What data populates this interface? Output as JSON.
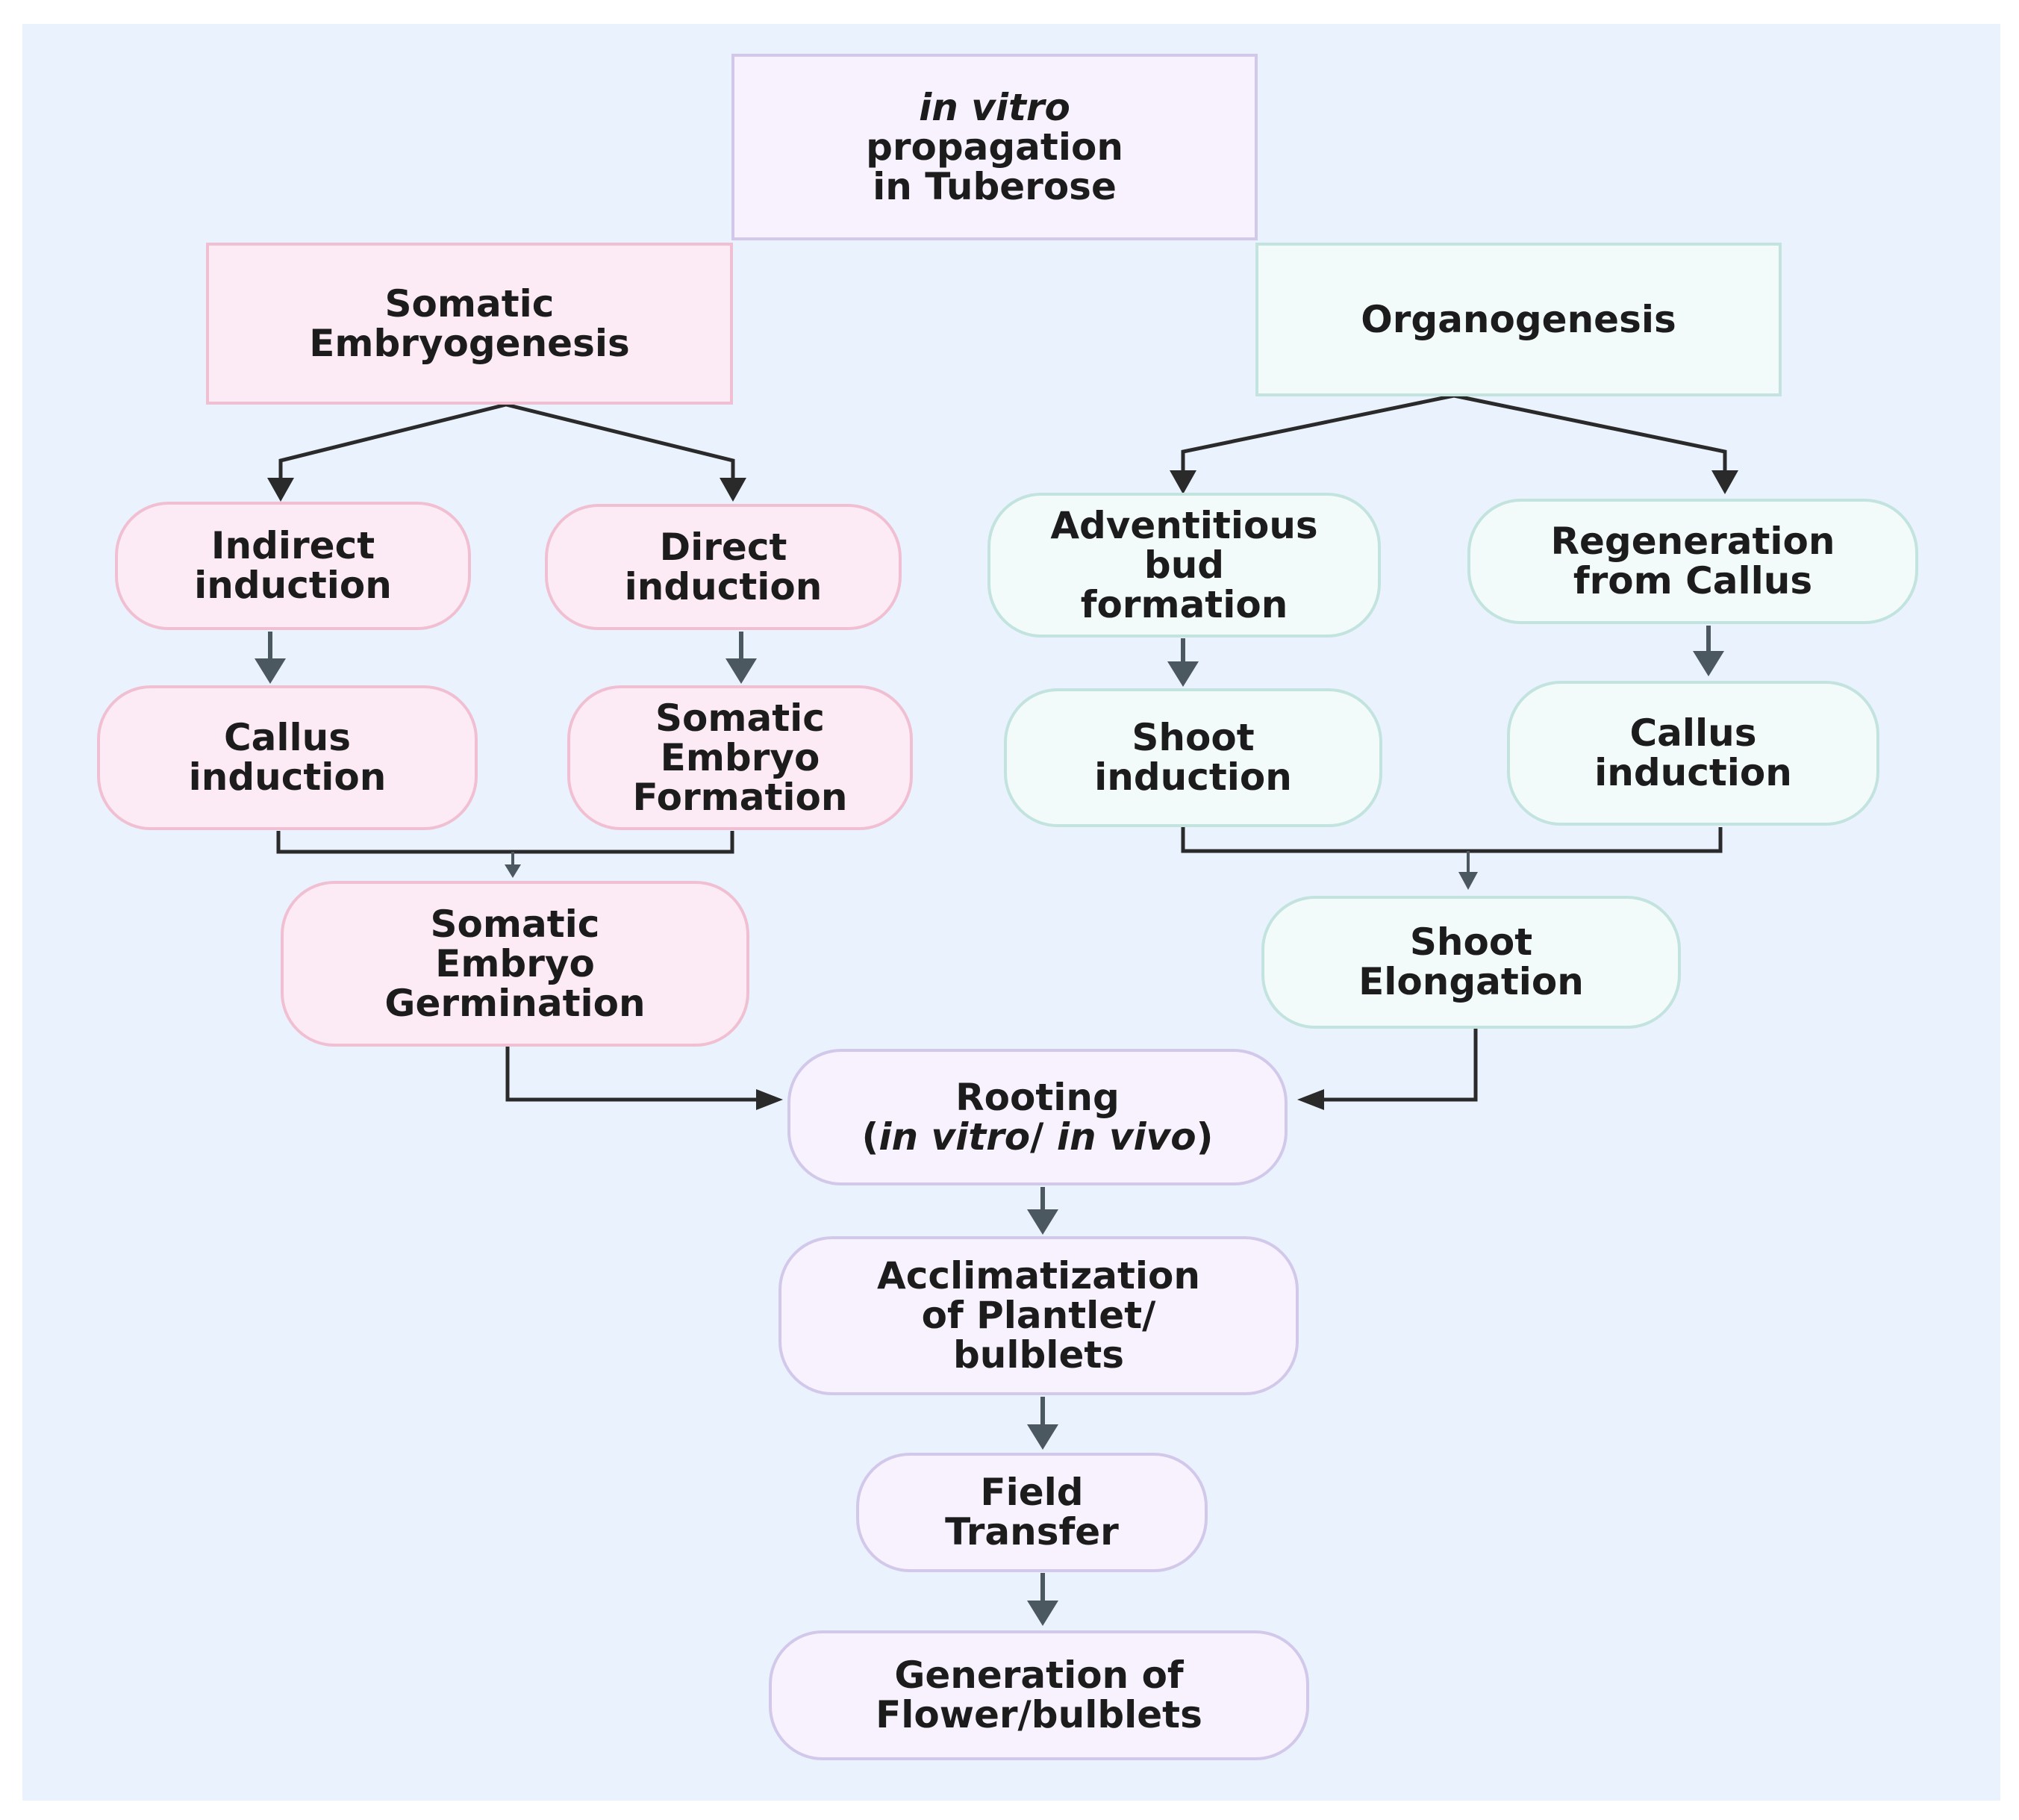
{
  "colors": {
    "background": "#eaf2fd",
    "somatic_fill": "#fcebf4",
    "somatic_border": "#f0c0d2",
    "organo_fill": "#f2fbfa",
    "organo_border": "#c2e3de",
    "common_fill": "#f7f2fd",
    "common_border": "#d2c8ea",
    "connector_dark": "#2a2a2a",
    "connector_slate": "#4b585f"
  },
  "nodes": {
    "root": {
      "line1": "in vitro",
      "line2": "propagation",
      "line3": "in Tuberose"
    },
    "somatic_embryogenesis": {
      "line1": "Somatic",
      "line2": "Embryogenesis"
    },
    "organogenesis": {
      "line1": "Organogenesis"
    },
    "indirect_induction": {
      "line1": "Indirect",
      "line2": "induction"
    },
    "direct_induction": {
      "line1": "Direct",
      "line2": "induction"
    },
    "callus_induction_left": {
      "line1": "Callus",
      "line2": "induction"
    },
    "somatic_embryo_formation": {
      "line1": "Somatic",
      "line2": "Embryo",
      "line3": "Formation"
    },
    "somatic_embryo_germination": {
      "line1": "Somatic",
      "line2": "Embryo",
      "line3": "Germination"
    },
    "adventitious_bud_formation": {
      "line1": "Adventitious",
      "line2": "bud",
      "line3": "formation"
    },
    "regeneration_from_callus": {
      "line1": "Regeneration",
      "line2": "from Callus"
    },
    "shoot_induction": {
      "line1": "Shoot",
      "line2": "induction"
    },
    "callus_induction_right": {
      "line1": "Callus",
      "line2": "induction"
    },
    "shoot_elongation": {
      "line1": "Shoot",
      "line2": "Elongation"
    },
    "rooting": {
      "line1": "Rooting",
      "line2_open": "(",
      "line2_italic_a": "in vitro",
      "line2_sep": "/ ",
      "line2_italic_b": "in vivo",
      "line2_close": ")"
    },
    "acclimatization": {
      "line1": "Acclimatization",
      "line2": "of Plantlet/",
      "line3": "bulblets"
    },
    "field_transfer": {
      "line1": "Field",
      "line2": "Transfer"
    },
    "generation": {
      "line1": "Generation of",
      "line2": "Flower/bulblets"
    }
  }
}
